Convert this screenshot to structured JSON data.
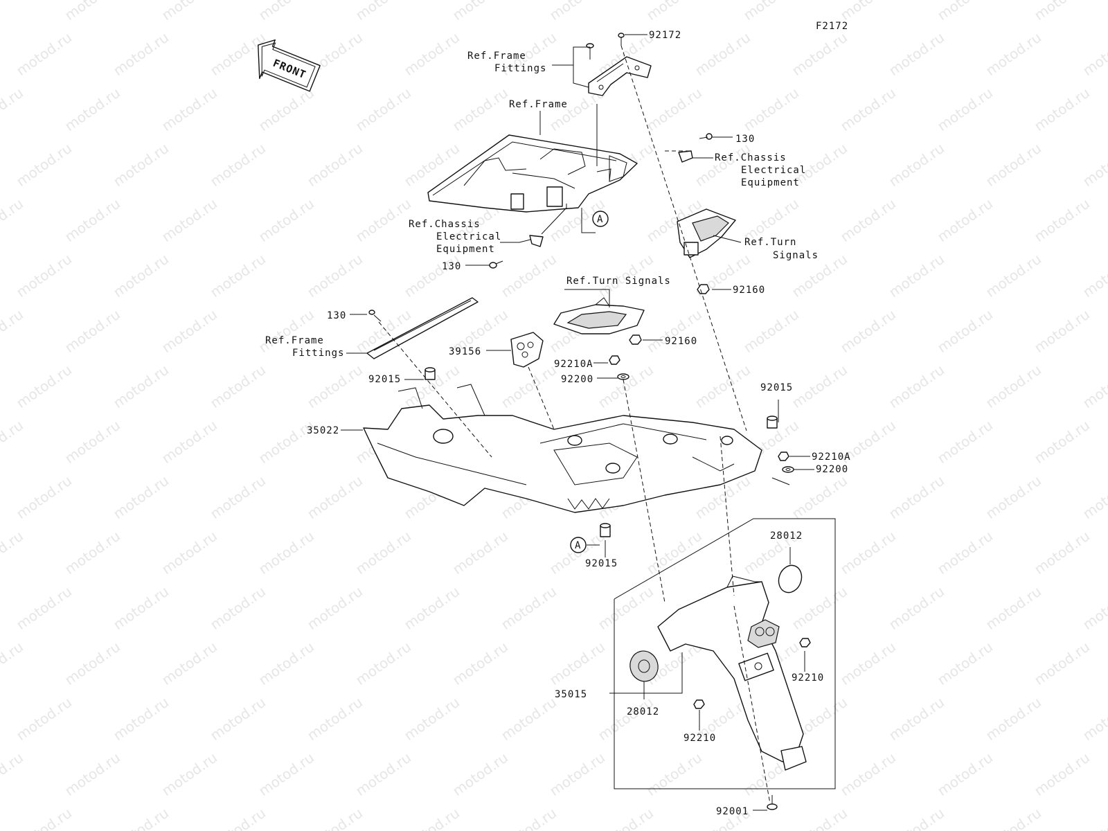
{
  "figure_code": "F2172",
  "front_badge": "FRONT",
  "watermark": "motod.ru",
  "callout": "A",
  "labels": {
    "p92172": "92172",
    "ref_frame_fittings_top_1": "Ref.Frame",
    "ref_frame_fittings_top_2": "Fittings",
    "ref_frame": "Ref.Frame",
    "p130_top": "130",
    "ref_chassis_r_1": "Ref.Chassis",
    "ref_chassis_r_2": "Electrical",
    "ref_chassis_r_3": "Equipment",
    "ref_chassis_l_1": "Ref.Chassis",
    "ref_chassis_l_2": "Electrical",
    "ref_chassis_l_3": "Equipment",
    "p130_left": "130",
    "ref_turn_r_1": "Ref.Turn",
    "ref_turn_r_2": "Signals",
    "ref_turn_mid": "Ref.Turn Signals",
    "p92160_a": "92160",
    "p92160_b": "92160",
    "p130_mid": "130",
    "ref_frame_fittings_mid_1": "Ref.Frame",
    "ref_frame_fittings_mid_2": "Fittings",
    "p39156": "39156",
    "p92210A_a": "92210A",
    "p92200_a": "92200",
    "p92015_a": "92015",
    "p92015_b": "92015",
    "p35022": "35022",
    "p92210A_b": "92210A",
    "p92200_b": "92200",
    "p92015_c": "92015",
    "p28012_a": "28012",
    "p35015": "35015",
    "p28012_b": "28012",
    "p92210_a": "92210",
    "p92210_b": "92210",
    "p92001": "92001"
  }
}
